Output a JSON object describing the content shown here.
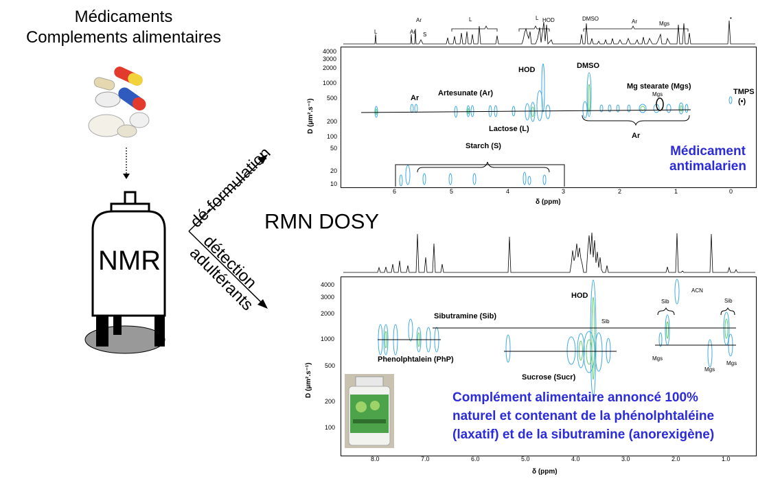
{
  "left": {
    "title_line1": "Médicaments",
    "title_line2": "Complements alimentaires",
    "nmr_label": "NMR",
    "arrow_up_label": "dé-formulation",
    "arrow_down_label1": "détection",
    "arrow_down_label2": "adultérants"
  },
  "center": {
    "label": "RMN DOSY"
  },
  "top_spectrum": {
    "peak_labels": [
      "L",
      "Ar",
      "Ar",
      "S",
      "L",
      "L",
      "HOD",
      "DMSO",
      "Ar",
      "Mgs",
      "•"
    ],
    "y_ticks": [
      "4000",
      "3000",
      "2000",
      "1000",
      "500",
      "200",
      "100",
      "50",
      "20",
      "10"
    ],
    "x_ticks": [
      "6",
      "5",
      "4",
      "3",
      "2",
      "1",
      "0"
    ],
    "y_axis_label": "D (µm².s⁻¹)",
    "x_axis_label": "δ (ppm)",
    "annotations": {
      "hod": "HOD",
      "dmso": "DMSO",
      "ar": "Ar",
      "artesunate": "Artesunate (Ar)",
      "mgstearate": "Mg stearate (Mgs)",
      "mgs": "Mgs",
      "tmps": "TMPS",
      "tmps_sym": "(•)",
      "lactose": "Lactose (L)",
      "ar_bottom": "Ar",
      "starch": "Starch (S)"
    },
    "caption_line1": "Médicament",
    "caption_line2": "antimalarien"
  },
  "bottom_spectrum": {
    "y_ticks": [
      "4000",
      "3000",
      "2000",
      "1000",
      "500",
      "200",
      "100"
    ],
    "x_ticks": [
      "8.0",
      "7.0",
      "6.0",
      "5.0",
      "4.0",
      "3.0",
      "2.0",
      "1.0"
    ],
    "y_axis_label": "D (µm².s⁻¹)",
    "x_axis_label": "δ (ppm)",
    "annotations": {
      "hod": "HOD",
      "acn": "ACN",
      "sib1": "Sib",
      "sib2": "Sib",
      "sib3": "Sib",
      "sibutramine": "Sibutramine (Sib)",
      "php": "Phenolphtalein (PhP)",
      "sucrose": "Sucrose (Sucr)",
      "mgs1": "Mgs",
      "mgs2": "Mgs",
      "mgs3": "Mgs"
    },
    "caption_line1": "Complément alimentaire annoncé 100%",
    "caption_line2": "naturel et contenant de la phénolphtaléine",
    "caption_line3": "(laxatif) et de la sibutramine (anorexigène)"
  },
  "colors": {
    "caption_blue": "#2b2bd9",
    "contour_blue": "#3fa9e6",
    "contour_green": "#5ccf6a"
  }
}
